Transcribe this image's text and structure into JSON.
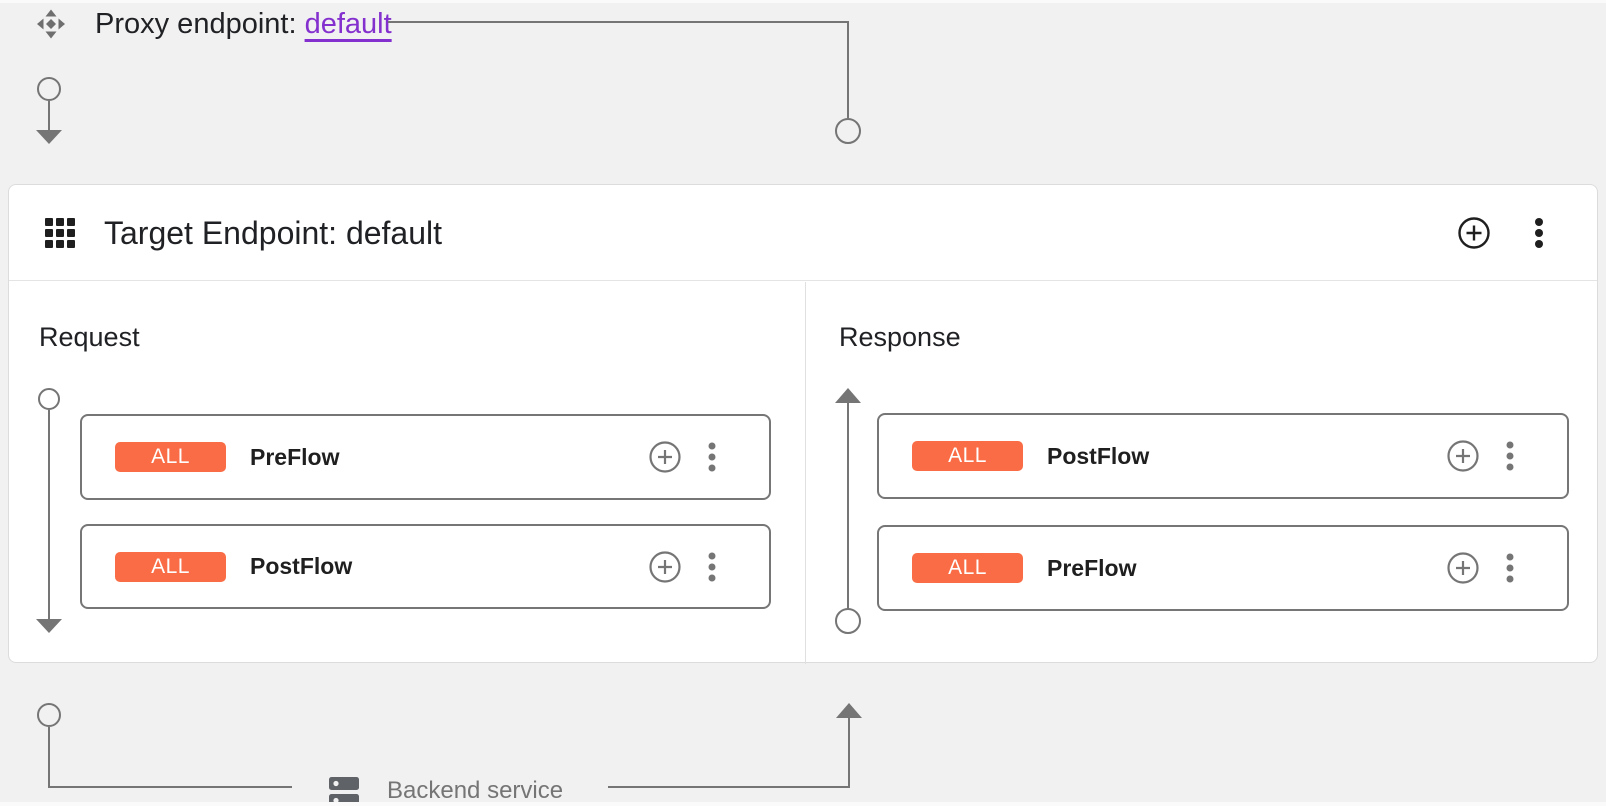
{
  "proxy": {
    "label": "Proxy endpoint: ",
    "link_text": "default"
  },
  "target_card": {
    "title": "Target Endpoint: default",
    "request": {
      "label": "Request",
      "flows": [
        {
          "badge": "ALL",
          "name": "PreFlow"
        },
        {
          "badge": "ALL",
          "name": "PostFlow"
        }
      ]
    },
    "response": {
      "label": "Response",
      "flows": [
        {
          "badge": "ALL",
          "name": "PostFlow"
        },
        {
          "badge": "ALL",
          "name": "PreFlow"
        }
      ]
    }
  },
  "backend": {
    "label": "Backend service"
  },
  "colors": {
    "badge_orange": "#f96c45",
    "link_purple": "#8430ce",
    "connector_gray": "#757575",
    "page_background": "#f1f1f1",
    "card_background": "#ffffff"
  }
}
